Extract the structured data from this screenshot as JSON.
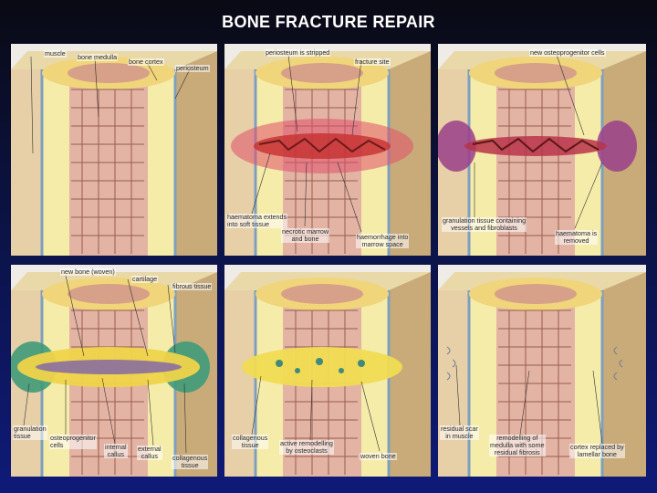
{
  "title": "BONE FRACTURE REPAIR",
  "panels": [
    {
      "id": "p1",
      "labels": {
        "muscle": "muscle",
        "bone_medulla": "bone medulla",
        "bone_cortex": "bone cortex",
        "periosteum": "periosteum"
      }
    },
    {
      "id": "p2",
      "labels": {
        "periosteum_stripped": "periosteum is stripped",
        "fracture_site": "fracture site",
        "haematoma": "haematoma extends\ninto soft tissue",
        "necrotic": "necrotic marrow\nand bone",
        "haemorrhage": "haemorrhage into\nmarrow space"
      }
    },
    {
      "id": "p3",
      "labels": {
        "new_osteo": "new osteoprogenitor cells",
        "granulation": "granulation tissue containing\nvessels and fibroblasts",
        "haematoma_removed": "haematoma is\nremoved"
      }
    },
    {
      "id": "p4",
      "labels": {
        "new_bone": "new bone (woven)",
        "cartilage": "cartilage",
        "fibrous": "fibrous tissue",
        "granulation": "granulation\ntissue",
        "osteoprogenitor": "osteoprogenitor\ncells",
        "internal_callus": "internal\ncallus",
        "external_callus": "external\ncallus",
        "collagenous": "collagenous\ntissue"
      }
    },
    {
      "id": "p5",
      "labels": {
        "collagenous": "collagenous\ntissue",
        "remodelling": "active remodelling\nby osteoclasts",
        "woven": "woven bone"
      }
    },
    {
      "id": "p6",
      "labels": {
        "residual_scar": "residual scar\nin muscle",
        "remodelling_medulla": "remodelling of\nmedulla with some\nresidual fibrosis",
        "cortex_replaced": "cortex replaced by\nlamellar bone"
      }
    }
  ]
}
